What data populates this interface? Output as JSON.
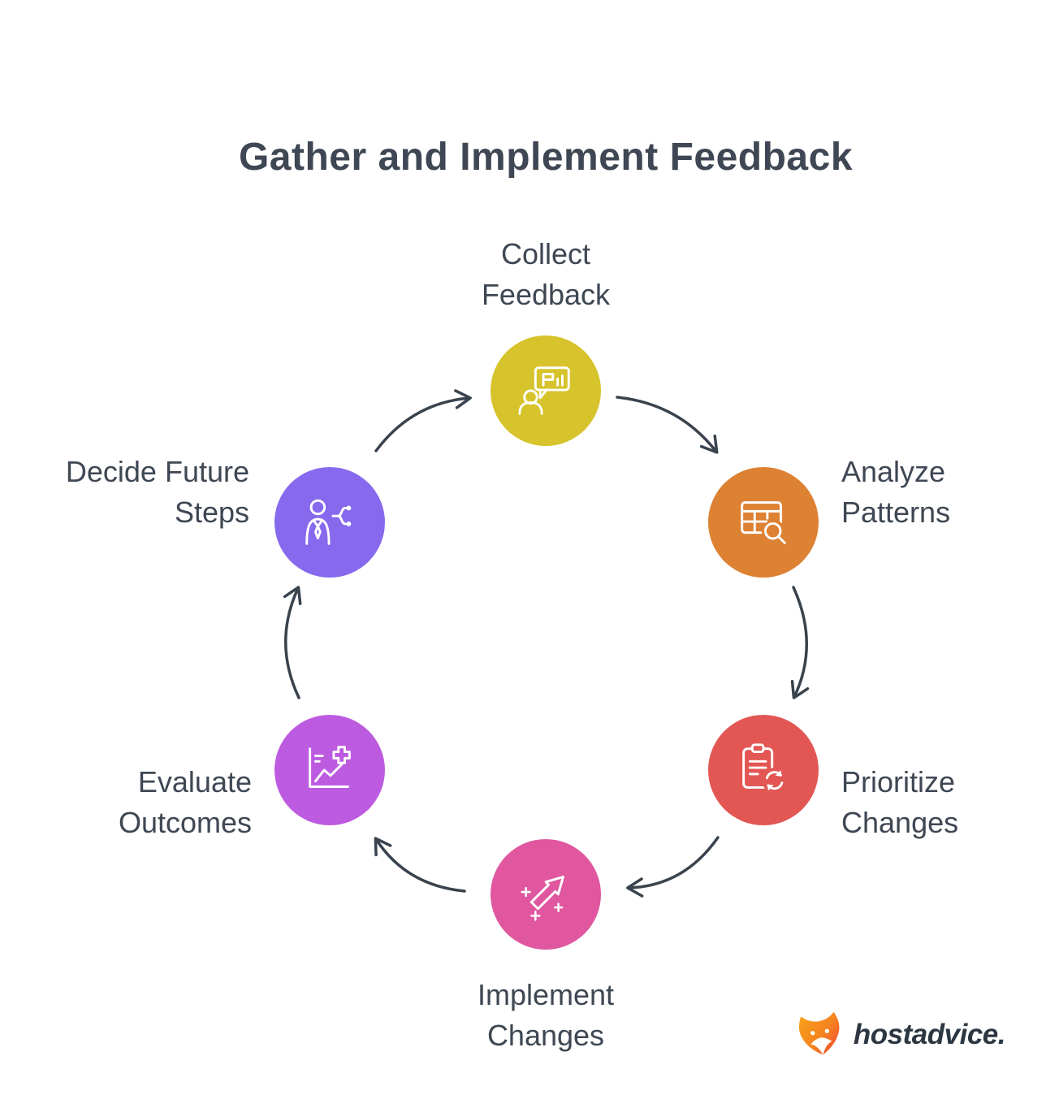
{
  "title": "Gather and Implement Feedback",
  "colors": {
    "canvas-bg": "#ffffff",
    "title-text": "#3e4753",
    "label-text": "#3e4753",
    "arrow": "#39434d"
  },
  "nodes": [
    {
      "id": "collect-feedback",
      "label": "Collect Feedback",
      "color": "#d7c32b",
      "icon": "person-speech-bubble-chart-icon"
    },
    {
      "id": "analyze-patterns",
      "label": "Analyze Patterns",
      "color": "#dd8133",
      "icon": "table-magnifier-icon"
    },
    {
      "id": "prioritize-changes",
      "label": "Prioritize Changes",
      "color": "#e25654",
      "icon": "clipboard-refresh-icon"
    },
    {
      "id": "implement-changes",
      "label": "Implement Changes",
      "color": "#e0579f",
      "icon": "arrow-up-sparkles-icon"
    },
    {
      "id": "evaluate-outcomes",
      "label": "Evaluate Outcomes",
      "color": "#bc5be0",
      "icon": "chart-plus-icon"
    },
    {
      "id": "decide-future-steps",
      "label": "Decide Future Steps",
      "color": "#8769ee",
      "icon": "person-decision-path-icon"
    }
  ],
  "logo": {
    "brand_host": "host",
    "brand_advice": "advice."
  }
}
